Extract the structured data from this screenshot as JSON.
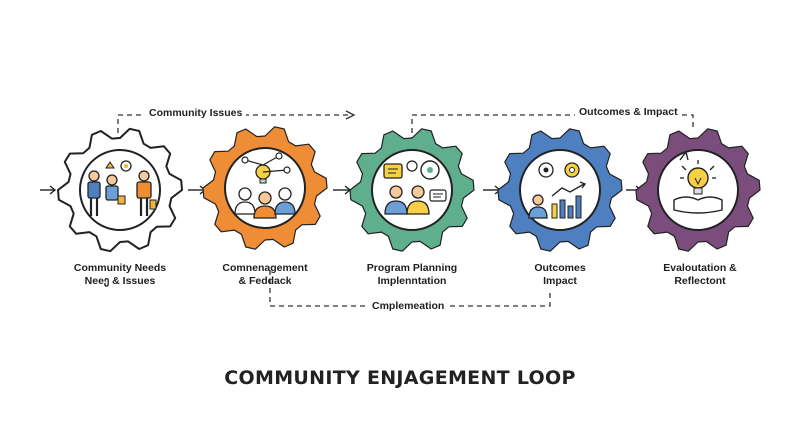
{
  "colors": {
    "gear1": "#ffffff",
    "gear2": "#ef8c36",
    "gear3": "#5fae8e",
    "gear4": "#4e7fc0",
    "gear5": "#7a4d7d",
    "outline": "#222222",
    "dashed": "#333333"
  },
  "steps": [
    {
      "label_line1": "Community Needs",
      "label_line2": "Neeე & Issues",
      "icon": "people-helping-icon"
    },
    {
      "label_line1": "Comnenagement",
      "label_line2": "& Feddack",
      "icon": "team-idea-icon"
    },
    {
      "label_line1": "Program Planning",
      "label_line2": "Implenntation",
      "icon": "planning-discussion-icon"
    },
    {
      "label_line1": "Outcomes",
      "label_line2": "Impact",
      "icon": "growth-chart-icon"
    },
    {
      "label_line1": "Evaloutation &",
      "label_line2": "Reflectont",
      "icon": "lightbulb-hand-icon"
    }
  ],
  "connectors": {
    "top_left": "Community Issues",
    "top_right": "Outcomes & Impact",
    "bottom": "Cmplemeation"
  },
  "title": "COMMUNITY ENJAGEMENT LOOP"
}
